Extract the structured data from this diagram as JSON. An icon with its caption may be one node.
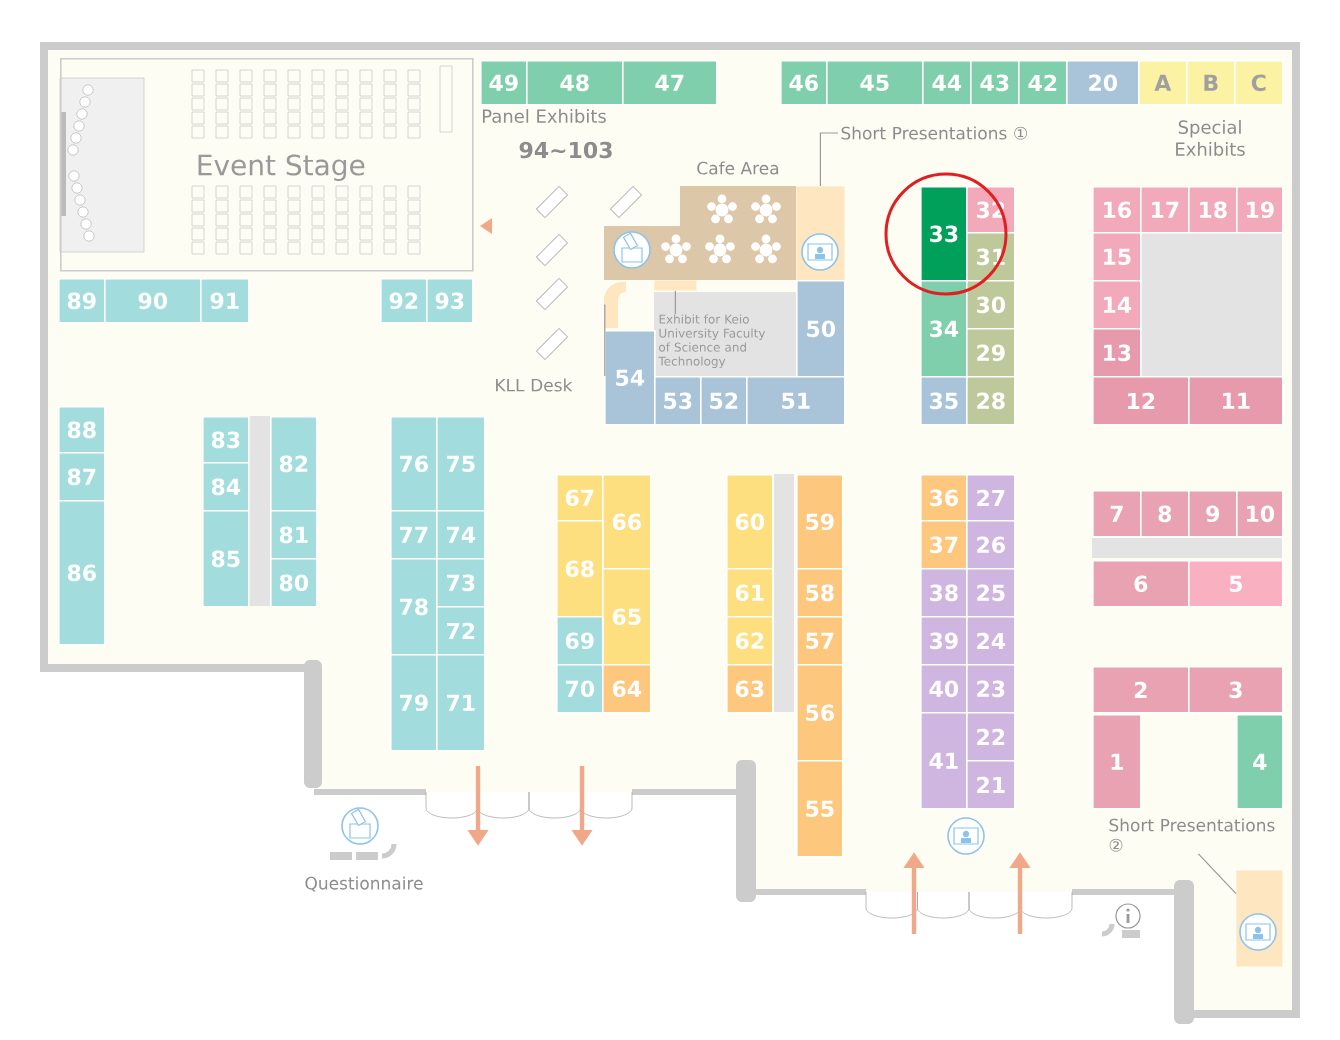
{
  "diagram": {
    "nodes": [
      {
        "text": [
          "Event Stage"
        ]
      },
      {
        "text": [
          "49"
        ]
      },
      {
        "text": [
          "48"
        ]
      },
      {
        "text": [
          "47"
        ]
      },
      {
        "text": [
          "46"
        ]
      },
      {
        "text": [
          "45"
        ]
      },
      {
        "text": [
          "44"
        ]
      },
      {
        "text": [
          "43"
        ]
      },
      {
        "text": [
          "42"
        ]
      },
      {
        "text": [
          "20"
        ]
      },
      {
        "text": [
          "A"
        ]
      },
      {
        "text": [
          "B"
        ]
      },
      {
        "text": [
          "C"
        ]
      },
      {
        "text": [
          "Cafe Area"
        ]
      },
      {
        "text": [
          "Short Presentations ①"
        ]
      },
      {
        "text": [],
        "shape": "box"
      },
      {
        "text": [
          "16"
        ]
      },
      {
        "text": [
          "17"
        ]
      },
      {
        "text": [
          "18"
        ]
      },
      {
        "text": [
          "19"
        ]
      },
      {
        "text": [
          "33"
        ]
      },
      {
        "text": [
          "32"
        ]
      },
      {
        "text": [
          "31"
        ]
      },
      {
        "text": [
          "15"
        ]
      },
      {
        "text": [
          "89"
        ]
      },
      {
        "text": [
          "90"
        ]
      },
      {
        "text": [
          "91"
        ]
      },
      {
        "text": [
          "92"
        ]
      },
      {
        "text": [
          "93"
        ]
      },
      {
        "text": [
          "Exhibit for Keio University Faculty of Science and Technology"
        ]
      },
      {
        "text": [],
        "shape": "box"
      },
      {
        "text": [
          "50"
        ]
      },
      {
        "text": [
          "34"
        ]
      },
      {
        "text": [
          "30"
        ]
      },
      {
        "text": [
          "14"
        ]
      },
      {
        "text": [
          "29"
        ]
      },
      {
        "text": [
          "13"
        ]
      },
      {
        "text": [],
        "shape": "box"
      },
      {
        "text": [
          "KLL Desk"
        ]
      },
      {
        "text": [
          "54"
        ]
      },
      {
        "text": [
          "53"
        ]
      },
      {
        "text": [
          "52"
        ]
      },
      {
        "text": [
          "51"
        ]
      },
      {
        "text": [
          "35"
        ]
      },
      {
        "text": [
          "28"
        ]
      },
      {
        "text": [
          "12"
        ]
      },
      {
        "text": [
          "11"
        ]
      },
      {
        "text": [
          "88"
        ]
      },
      {
        "text": [
          "87"
        ]
      },
      {
        "text": [
          "86"
        ]
      },
      {
        "text": [
          "83"
        ]
      },
      {
        "text": [
          "84"
        ]
      },
      {
        "text": [
          "85"
        ]
      },
      {
        "text": [
          "82"
        ]
      },
      {
        "text": [
          "81"
        ]
      },
      {
        "text": [
          "80"
        ]
      },
      {
        "text": [
          "76"
        ]
      },
      {
        "text": [
          "75"
        ]
      },
      {
        "text": [
          "77"
        ]
      },
      {
        "text": [
          "74"
        ]
      },
      {
        "text": [
          "78"
        ]
      },
      {
        "text": [
          "73"
        ]
      },
      {
        "text": [
          "72"
        ]
      },
      {
        "text": [
          "79"
        ]
      },
      {
        "text": [
          "71"
        ]
      },
      {
        "text": [
          "67"
        ]
      },
      {
        "text": [
          "66"
        ]
      },
      {
        "text": [
          "68"
        ]
      },
      {
        "text": [
          "65"
        ]
      },
      {
        "text": [
          "69"
        ]
      },
      {
        "text": [
          "70"
        ]
      },
      {
        "text": [
          "64"
        ]
      },
      {
        "text": [
          "60"
        ]
      },
      {
        "text": [
          "59"
        ]
      },
      {
        "text": [
          "61"
        ]
      },
      {
        "text": [
          "58"
        ]
      },
      {
        "text": [
          "62"
        ]
      },
      {
        "text": [
          "57"
        ]
      },
      {
        "text": [
          "63"
        ]
      },
      {
        "text": [
          "56"
        ]
      },
      {
        "text": [
          "55"
        ]
      },
      {
        "text": [
          "36"
        ]
      },
      {
        "text": [
          "27"
        ]
      },
      {
        "text": [
          "37"
        ]
      },
      {
        "text": [
          "26"
        ]
      },
      {
        "text": [
          "38"
        ]
      },
      {
        "text": [
          "25"
        ]
      },
      {
        "text": [
          "39"
        ]
      },
      {
        "text": [
          "24"
        ]
      },
      {
        "text": [
          "40"
        ]
      },
      {
        "text": [
          "23"
        ]
      },
      {
        "text": [
          "41"
        ]
      },
      {
        "text": [
          "22"
        ]
      },
      {
        "text": [
          "21"
        ]
      },
      {
        "text": [
          "7"
        ]
      },
      {
        "text": [
          "8"
        ]
      },
      {
        "text": [
          "9"
        ]
      },
      {
        "text": [
          "10"
        ]
      },
      {
        "text": [
          "6"
        ]
      },
      {
        "text": [
          "5"
        ]
      },
      {
        "text": [
          "2"
        ]
      },
      {
        "text": [
          "3"
        ]
      },
      {
        "text": [
          "1"
        ]
      },
      {
        "text": [
          "4"
        ]
      },
      {
        "text": [
          "Short Presentations ②"
        ]
      },
      {
        "text": [],
        "shape": "box"
      }
    ],
    "edges": [
      {
        "from": 14,
        "to": 15,
        "arrow": "none"
      },
      {
        "from": 29,
        "to": 30,
        "arrow": "none"
      },
      {
        "from": 38,
        "to": 37,
        "arrow": "none"
      },
      {
        "from": 104,
        "to": 105,
        "arrow": "none"
      }
    ],
    "labels": [
      "Panel Exhibits",
      "94~103",
      "Special Exhibits",
      "Questionnaire"
    ]
  }
}
